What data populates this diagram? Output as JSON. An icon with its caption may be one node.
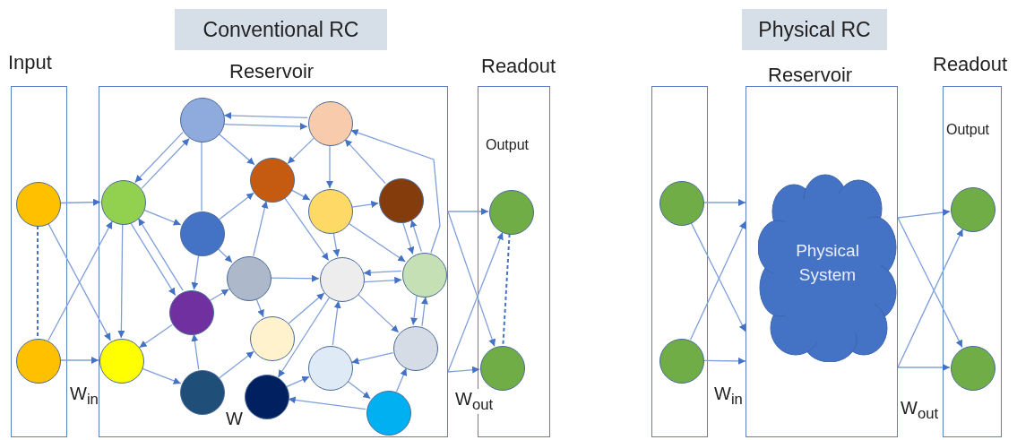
{
  "diagram": {
    "nodes": [
      {
        "text": [
          "Conventional RC"
        ]
      },
      {
        "text": [
          "Physical RC"
        ]
      },
      {
        "text": [
          "Input"
        ]
      },
      {
        "text": [],
        "shape": "circle",
        "in": 2
      },
      {
        "text": [],
        "shape": "circle",
        "in": 2
      },
      {
        "text": [
          "Reservoir"
        ]
      },
      {
        "text": [],
        "shape": "circle",
        "in": 5
      },
      {
        "text": [],
        "shape": "circle",
        "in": 5
      },
      {
        "text": [],
        "shape": "circle",
        "in": 5
      },
      {
        "text": [],
        "shape": "circle",
        "in": 5
      },
      {
        "text": [],
        "shape": "circle",
        "in": 5
      },
      {
        "text": [],
        "shape": "circle",
        "in": 5
      },
      {
        "text": [],
        "shape": "circle",
        "in": 5
      },
      {
        "text": [],
        "shape": "circle",
        "in": 5
      },
      {
        "text": [],
        "shape": "circle",
        "in": 5
      },
      {
        "text": [],
        "shape": "circle",
        "in": 5
      },
      {
        "text": [],
        "shape": "circle",
        "in": 5
      },
      {
        "text": [],
        "shape": "circle",
        "in": 5
      },
      {
        "text": [],
        "shape": "circle",
        "in": 5
      },
      {
        "text": [],
        "shape": "circle",
        "in": 5
      },
      {
        "text": [],
        "shape": "circle",
        "in": 5
      },
      {
        "text": [],
        "shape": "circle",
        "in": 5
      },
      {
        "text": [],
        "shape": "circle",
        "in": 5
      },
      {
        "text": [],
        "shape": "circle",
        "in": 5
      },
      {
        "text": [
          "Readout",
          "Output"
        ]
      },
      {
        "text": [],
        "shape": "circle",
        "in": 24
      },
      {
        "text": [],
        "shape": "circle",
        "in": 24
      },
      {
        "text": [],
        "shape": "box"
      },
      {
        "text": [],
        "shape": "circle",
        "in": 27
      },
      {
        "text": [],
        "shape": "circle",
        "in": 27
      },
      {
        "text": [
          "Reservoir"
        ]
      },
      {
        "text": [
          "Physical System"
        ],
        "in": 30
      },
      {
        "text": [
          "Readout",
          "Output"
        ]
      },
      {
        "text": [],
        "shape": "circle",
        "in": 32
      },
      {
        "text": [],
        "shape": "circle",
        "in": 32
      }
    ],
    "edges": [
      {
        "from": 3,
        "to": 10,
        "arrow": "to"
      },
      {
        "from": 3,
        "to": 19,
        "arrow": "to"
      },
      {
        "from": 4,
        "to": 10,
        "arrow": "to"
      },
      {
        "from": 4,
        "to": 19,
        "arrow": "to"
      },
      {
        "from": 3,
        "to": 4,
        "arrow": "none",
        "style": "dashed"
      },
      {
        "from": 7,
        "to": 6,
        "arrow": "to"
      },
      {
        "from": 6,
        "to": 7,
        "arrow": "to"
      },
      {
        "from": 6,
        "to": 8,
        "arrow": "to"
      },
      {
        "from": 6,
        "to": 10,
        "arrow": "to"
      },
      {
        "from": 10,
        "to": 6,
        "arrow": "to"
      },
      {
        "from": 6,
        "to": 12,
        "arrow": "none"
      },
      {
        "from": 7,
        "to": 8,
        "arrow": "to"
      },
      {
        "from": 7,
        "to": 11,
        "arrow": "to"
      },
      {
        "from": 9,
        "to": 7,
        "arrow": "to"
      },
      {
        "from": 13,
        "to": 7,
        "arrow": "to"
      },
      {
        "from": 8,
        "to": 11,
        "arrow": "to"
      },
      {
        "from": 11,
        "to": 9,
        "arrow": "to"
      },
      {
        "from": 9,
        "to": 13,
        "arrow": "to"
      },
      {
        "from": 13,
        "to": 9,
        "arrow": "to"
      },
      {
        "from": 11,
        "to": 15,
        "arrow": "to"
      },
      {
        "from": 11,
        "to": 13,
        "arrow": "to"
      },
      {
        "from": 8,
        "to": 15,
        "arrow": "to"
      },
      {
        "from": 14,
        "to": 8,
        "arrow": "to"
      },
      {
        "from": 12,
        "to": 8,
        "arrow": "to"
      },
      {
        "from": 10,
        "to": 12,
        "arrow": "to"
      },
      {
        "from": 10,
        "to": 19,
        "arrow": "to"
      },
      {
        "from": 10,
        "to": 16,
        "arrow": "to"
      },
      {
        "from": 16,
        "to": 10,
        "arrow": "to"
      },
      {
        "from": 12,
        "to": 16,
        "arrow": "to"
      },
      {
        "from": 12,
        "to": 14,
        "arrow": "to"
      },
      {
        "from": 16,
        "to": 19,
        "arrow": "to"
      },
      {
        "from": 16,
        "to": 14,
        "arrow": "to"
      },
      {
        "from": 21,
        "to": 16,
        "arrow": "to"
      },
      {
        "from": 19,
        "to": 21,
        "arrow": "to"
      },
      {
        "from": 14,
        "to": 15,
        "arrow": "to"
      },
      {
        "from": 14,
        "to": 17,
        "arrow": "to"
      },
      {
        "from": 21,
        "to": 17,
        "arrow": "to"
      },
      {
        "from": 17,
        "to": 15,
        "arrow": "to"
      },
      {
        "from": 15,
        "to": 22,
        "arrow": "to"
      },
      {
        "from": 22,
        "to": 20,
        "arrow": "to"
      },
      {
        "from": 20,
        "to": 15,
        "arrow": "to"
      },
      {
        "from": 15,
        "to": 18,
        "arrow": "to"
      },
      {
        "from": 13,
        "to": 15,
        "arrow": "to"
      },
      {
        "from": 15,
        "to": 13,
        "arrow": "to"
      },
      {
        "from": 18,
        "to": 20,
        "arrow": "to"
      },
      {
        "from": 20,
        "to": 23,
        "arrow": "to"
      },
      {
        "from": 23,
        "to": 22,
        "arrow": "to"
      },
      {
        "from": 23,
        "to": 18,
        "arrow": "to"
      },
      {
        "from": 18,
        "to": 13,
        "arrow": "to"
      },
      {
        "from": 13,
        "to": 18,
        "arrow": "to"
      },
      {
        "from": 5,
        "to": 25,
        "arrow": "to"
      },
      {
        "from": 5,
        "to": 26,
        "arrow": "to"
      },
      {
        "from": 5,
        "to": 25,
        "arrow": "to"
      },
      {
        "from": 5,
        "to": 26,
        "arrow": "to"
      },
      {
        "from": 25,
        "to": 26,
        "arrow": "none",
        "style": "dashed"
      },
      {
        "from": 28,
        "to": 30,
        "arrow": "to"
      },
      {
        "from": 28,
        "to": 30,
        "arrow": "to"
      },
      {
        "from": 29,
        "to": 30,
        "arrow": "to"
      },
      {
        "from": 29,
        "to": 30,
        "arrow": "to"
      },
      {
        "from": 30,
        "to": 33,
        "arrow": "to"
      },
      {
        "from": 30,
        "to": 34,
        "arrow": "to"
      },
      {
        "from": 30,
        "to": 33,
        "arrow": "to"
      },
      {
        "from": 30,
        "to": 34,
        "arrow": "to"
      }
    ],
    "labels": [
      "W$_{in}$",
      "W",
      "W$_{out}$",
      "W$_{in}$",
      "W$_{out}$"
    ]
  }
}
